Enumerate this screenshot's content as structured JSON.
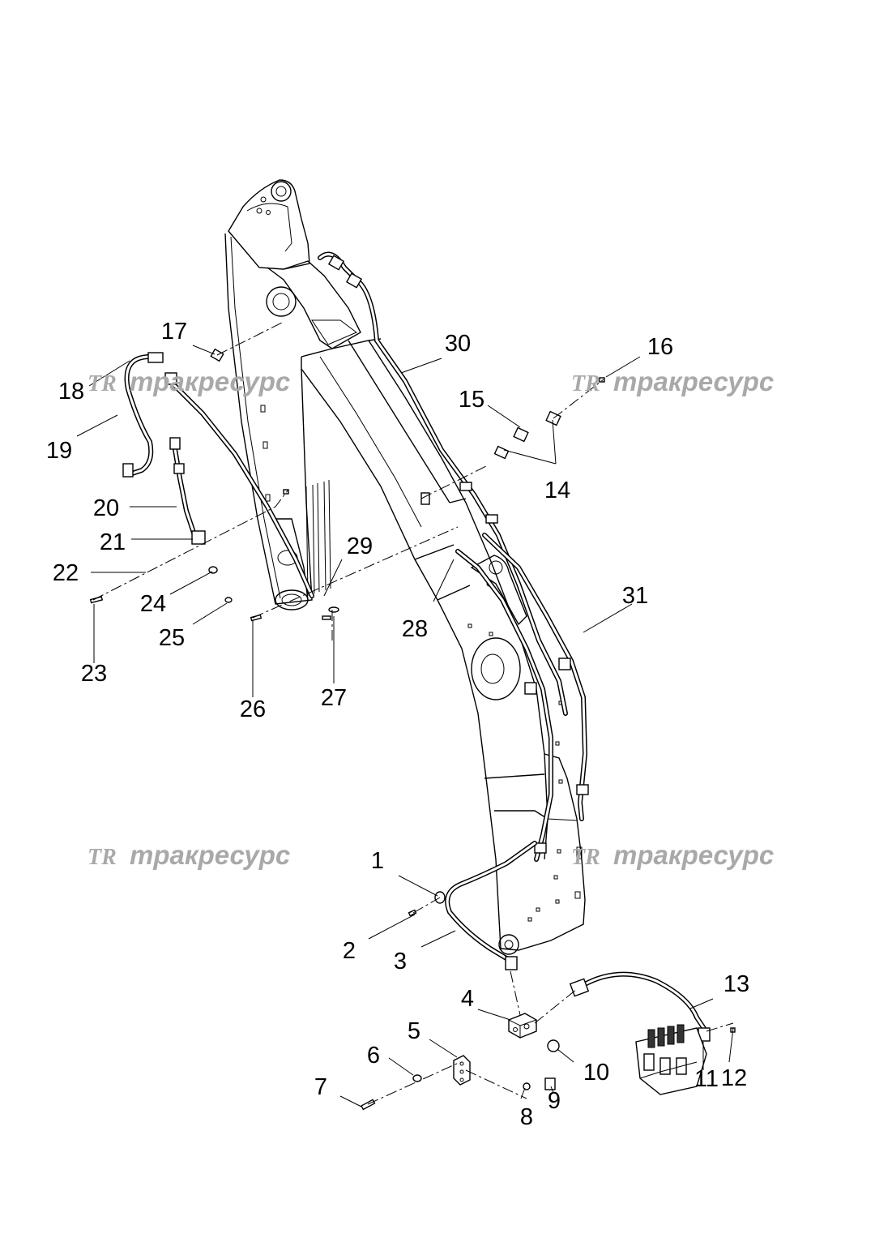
{
  "watermark": {
    "logo": "TR",
    "text": "тракресурс"
  },
  "callouts": {
    "p1": "1",
    "p2": "2",
    "p3": "3",
    "p4": "4",
    "p5": "5",
    "p6": "6",
    "p7": "7",
    "p8": "8",
    "p9": "9",
    "p10": "10",
    "p11": "11",
    "p12": "12",
    "p13": "13",
    "p14": "14",
    "p15": "15",
    "p16": "16",
    "p17": "17",
    "p18": "18",
    "p19": "19",
    "p20": "20",
    "p21": "21",
    "p22": "22",
    "p23": "23",
    "p24": "24",
    "p25": "25",
    "p26": "26",
    "p27": "27",
    "p28": "28",
    "p29": "29",
    "p30": "30",
    "p31": "31"
  }
}
